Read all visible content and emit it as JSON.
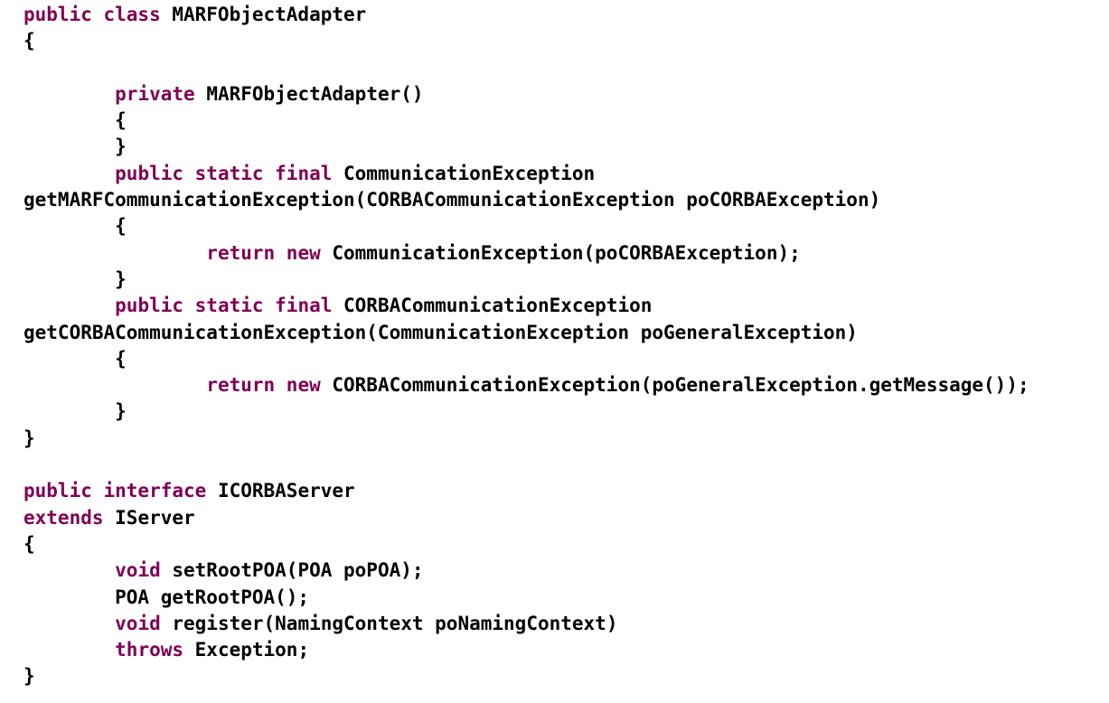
{
  "colors": {
    "keyword": "#7f0055",
    "text": "#000000",
    "background": "#ffffff"
  },
  "code_lines": [
    [
      {
        "t": "public class",
        "k": true
      },
      {
        "t": " MARFObjectAdapter",
        "k": false
      }
    ],
    [
      {
        "t": "{",
        "k": false
      }
    ],
    [],
    [
      {
        "t": "        ",
        "k": false
      },
      {
        "t": "private",
        "k": true
      },
      {
        "t": " MARFObjectAdapter()",
        "k": false
      }
    ],
    [
      {
        "t": "        {",
        "k": false
      }
    ],
    [
      {
        "t": "        }",
        "k": false
      }
    ],
    [
      {
        "t": "        ",
        "k": false
      },
      {
        "t": "public static final",
        "k": true
      },
      {
        "t": " CommunicationException",
        "k": false
      }
    ],
    [
      {
        "t": "getMARFCommunicationException(CORBACommunicationException poCORBAException)",
        "k": false
      }
    ],
    [
      {
        "t": "        {",
        "k": false
      }
    ],
    [
      {
        "t": "                ",
        "k": false
      },
      {
        "t": "return new",
        "k": true
      },
      {
        "t": " CommunicationException(poCORBAException);",
        "k": false
      }
    ],
    [
      {
        "t": "        }",
        "k": false
      }
    ],
    [
      {
        "t": "        ",
        "k": false
      },
      {
        "t": "public static final",
        "k": true
      },
      {
        "t": " CORBACommunicationException",
        "k": false
      }
    ],
    [
      {
        "t": "getCORBACommunicationException(CommunicationException poGeneralException)",
        "k": false
      }
    ],
    [
      {
        "t": "        {",
        "k": false
      }
    ],
    [
      {
        "t": "                ",
        "k": false
      },
      {
        "t": "return new",
        "k": true
      },
      {
        "t": " CORBACommunicationException(poGeneralException.getMessage());",
        "k": false
      }
    ],
    [
      {
        "t": "        }",
        "k": false
      }
    ],
    [
      {
        "t": "}",
        "k": false
      }
    ],
    [],
    [
      {
        "t": "public interface",
        "k": true
      },
      {
        "t": " ICORBAServer",
        "k": false
      }
    ],
    [
      {
        "t": "extends",
        "k": true
      },
      {
        "t": " IServer",
        "k": false
      }
    ],
    [
      {
        "t": "{",
        "k": false
      }
    ],
    [
      {
        "t": "        ",
        "k": false
      },
      {
        "t": "void",
        "k": true
      },
      {
        "t": " setRootPOA(POA poPOA);",
        "k": false
      }
    ],
    [
      {
        "t": "        POA getRootPOA();",
        "k": false
      }
    ],
    [
      {
        "t": "        ",
        "k": false
      },
      {
        "t": "void",
        "k": true
      },
      {
        "t": " register(NamingContext poNamingContext)",
        "k": false
      }
    ],
    [
      {
        "t": "        ",
        "k": false
      },
      {
        "t": "throws",
        "k": true
      },
      {
        "t": " Exception;",
        "k": false
      }
    ],
    [
      {
        "t": "}",
        "k": false
      }
    ]
  ]
}
